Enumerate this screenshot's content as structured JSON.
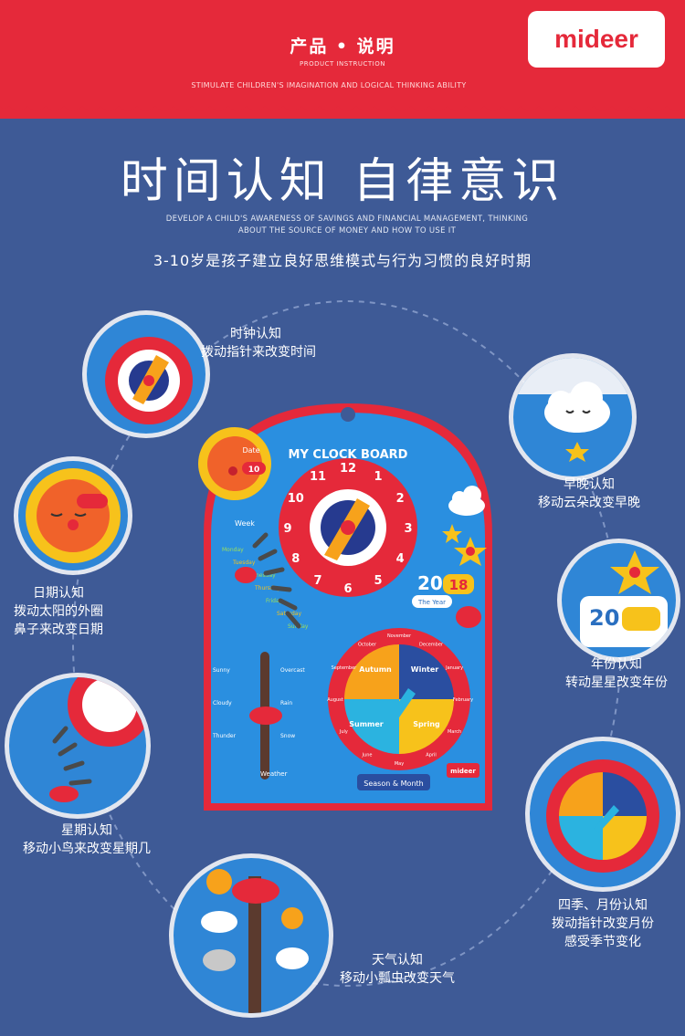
{
  "brand": {
    "logo": "mideer",
    "accent": "#e5293a",
    "background": "#3e5a96"
  },
  "header": {
    "title": "产品 • 说明",
    "subtitle": "PRODUCT INSTRUCTION",
    "tagline": "STIMULATE CHILDREN'S IMAGINATION AND LOGICAL THINKING ABILITY"
  },
  "hero": {
    "headline": "时间认知  自律意识",
    "subline_1": "DEVELOP A CHILD'S AWARENESS OF SAVINGS AND FINANCIAL MANAGEMENT, THINKING",
    "subline_2": "ABOUT THE SOURCE OF MONEY AND HOW TO USE IT",
    "tagline": "3-10岁是孩子建立良好思维模式与行为习惯的良好时期"
  },
  "board": {
    "title": "MY CLOCK BOARD",
    "date_label": "Date",
    "date_value": "10",
    "week_label": "Week",
    "weekdays": [
      "Monday",
      "Tuesday",
      "Wednesday",
      "Thursday",
      "Friday",
      "Saturday",
      "Sunday"
    ],
    "clock_hours": [
      "12",
      "1",
      "2",
      "3",
      "4",
      "5",
      "6",
      "7",
      "8",
      "9",
      "10",
      "11"
    ],
    "year_label": "The Year",
    "year_prefix": "20",
    "year_suffix": "18",
    "weather_label": "Weather",
    "weather": [
      "Sunny",
      "Overcast",
      "Cloudy",
      "Rain",
      "Thunder",
      "Snow"
    ],
    "seasons": [
      "Autumn",
      "Winter",
      "Summer",
      "Spring"
    ],
    "months": [
      "October",
      "November",
      "December",
      "January",
      "February",
      "March",
      "April",
      "May",
      "June",
      "July",
      "August",
      "September"
    ],
    "season_label": "Season & Month",
    "brand_mark": "mideer"
  },
  "callouts": {
    "clock": {
      "title": "时钟认知",
      "desc": "拨动指针来改变时间"
    },
    "day_night": {
      "title": "早晚认知",
      "desc": "移动云朵改变早晚"
    },
    "date": {
      "title": "日期认知",
      "desc_1": "拨动太阳的外圈",
      "desc_2": "鼻子来改变日期"
    },
    "year": {
      "title": "年份认知",
      "desc": "转动星星改变年份"
    },
    "week": {
      "title": "星期认知",
      "desc": "移动小鸟来改变星期几"
    },
    "season": {
      "title": "四季、月份认知",
      "desc_1": "拨动指针改变月份",
      "desc_2": "感受季节变化"
    },
    "weather": {
      "title": "天气认知",
      "desc": "移动小瓢虫改变天气"
    }
  }
}
